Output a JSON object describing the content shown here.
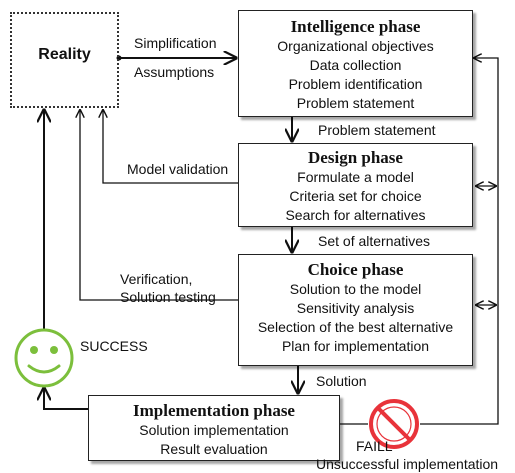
{
  "reality": "Reality",
  "intelligence": {
    "title": "Intelligence phase",
    "items": [
      "Organizational objectives",
      "Data collection",
      "Problem identification",
      "Problem statement"
    ]
  },
  "design": {
    "title": "Design phase",
    "items": [
      "Formulate a model",
      "Criteria set for choice",
      "Search for alternatives"
    ]
  },
  "choice": {
    "title": "Choice phase",
    "items": [
      "Solution to the model",
      "Sensitivity analysis",
      "Selection of the best alternative",
      "Plan for implementation"
    ]
  },
  "implementation": {
    "title": "Implementation phase",
    "items": [
      "Solution implementation",
      "Result evaluation"
    ]
  },
  "labels": {
    "simplification": "Simplification",
    "assumptions": "Assumptions",
    "problem_statement": "Problem statement",
    "model_validation": "Model validation",
    "set_of_alternatives": "Set of alternatives",
    "verification": "Verification,",
    "solution_testing": "Solution testing",
    "solution": "Solution",
    "success": "SUCCESS",
    "fail": "FAILL",
    "unsuccessful": "Unsuccessful implementation"
  },
  "colors": {
    "smiley": "#7cbf3c",
    "no_sign": "#e8333a",
    "lines": "#111111"
  },
  "icons": {
    "success": "smiley-icon",
    "fail": "no-entry-icon"
  }
}
